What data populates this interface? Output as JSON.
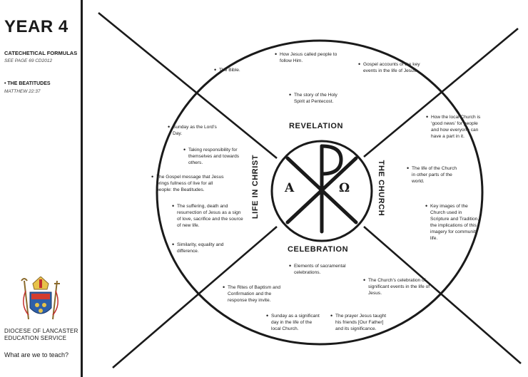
{
  "sidebar": {
    "year": "YEAR 4",
    "formulas_title": "CATECHETICAL FORMULAS",
    "formulas_ref": "SEE PAGE 69 CD2012",
    "bullet_title": "THE BEATITUDES",
    "bullet_ref": "MATTHEW 22:37",
    "diocese_line1": "DIOCESE OF LANCASTER",
    "diocese_line2": "EDUCATION SERVICE",
    "question": "What are we to teach?"
  },
  "labels": {
    "top": "REVELATION",
    "bottom": "CELEBRATION",
    "left": "LIFE IN CHRIST",
    "right": "THE CHURCH",
    "alpha": "A",
    "omega": "Ω"
  },
  "notes": {
    "revelation": [
      "How Jesus called people to follow Him.",
      "The Bible.",
      "Gospel accounts of the key events in the life of Jesus.",
      "The story of the Holy Spirit at Pentecost."
    ],
    "church": [
      "How the local Church is ‘good news’ for people and how everyone can have a part in it.",
      "The life of the Church in other parts of the world.",
      "Key images of the Church used in Scripture and Tradition, the implications of this imagery for community life."
    ],
    "life": [
      "Sunday as the Lord’s Day.",
      "Taking responsibility for themselves and towards others.",
      "The Gospel message that Jesus brings fullness of live for all people: the Beatitudes.",
      "The suffering, death and resurrection of Jesus as a sign of love, sacrifice and the source of new life.",
      "Similarity, equality and difference."
    ],
    "celebration": [
      "Elements of sacramental celebrations.",
      "The Church’s celebration of significant events in the life of Jesus.",
      "The Rites of Baptism and Confirmation and the response they invite.",
      "Sunday as a significant day in the life of the local Church.",
      "The prayer Jesus taught his friends [Our Father] and its significance."
    ]
  }
}
